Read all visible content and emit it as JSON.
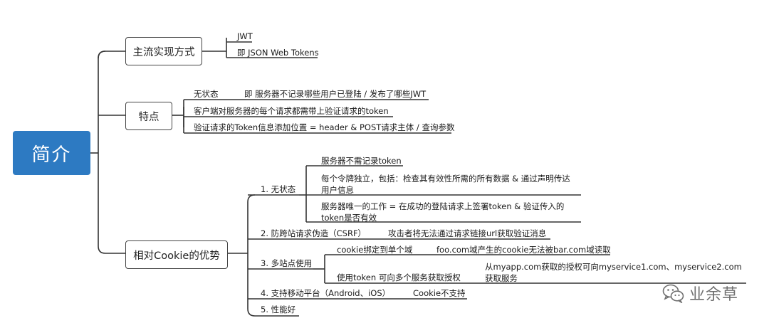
{
  "root": {
    "label": "简介"
  },
  "branches": {
    "mainstream": {
      "label": "主流实现方式",
      "items": [
        "JWT",
        "即 JSON Web Tokens"
      ]
    },
    "features": {
      "label": "特点",
      "stateless": {
        "label": "无状态",
        "detail": "即 服务器不记录哪些用户已登陆 / 发布了哪些JWT"
      },
      "items": [
        "客户端对服务器的每个请求都需带上验证请求的token",
        "验证请求的Token信息添加位置 = header & POST请求主体 / 查询参数"
      ]
    },
    "advantages": {
      "label": "相对Cookie的优势",
      "stateless": {
        "label": "1. 无状态",
        "items": [
          "服务器不需记录token",
          "每个令牌独立，包括：检查其有效性所需的所有数据 & 通过声明传达用户信息",
          "服务器唯一的工作 = 在成功的登陆请求上签署token & 验证传入的token是否有效"
        ]
      },
      "csrf": {
        "label": "2. 防跨站请求伪造（CSRF）",
        "detail": "攻击者将无法通过请求链接url获取验证消息"
      },
      "multisite": {
        "label": "3. 多站点使用",
        "cookie": {
          "label": "cookie绑定到单个域",
          "detail": "foo.com域产生的cookie无法被bar.com域读取"
        },
        "token": {
          "label": "使用token 可向多个服务获取授权",
          "detail": "从myapp.com获取的授权可向myservice1.com、myservice2.com获取服务"
        }
      },
      "mobile": {
        "label": "4. 支持移动平台（Android、iOS）",
        "detail": "Cookie不支持"
      },
      "performance": {
        "label": "5. 性能好"
      }
    }
  },
  "watermark": {
    "text": "业余草",
    "icon": "wechat-icon"
  },
  "colors": {
    "root": "#2d7ac2",
    "line": "#333333"
  }
}
